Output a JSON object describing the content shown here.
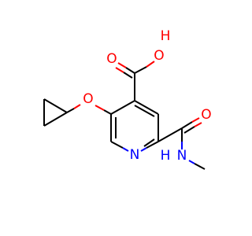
{
  "atoms": {
    "o_hydroxyl": {
      "text": "O",
      "color": "#ff0000"
    },
    "h_hydroxyl": {
      "text": "H",
      "color": "#ff0000"
    },
    "o_carbonyl_acid": {
      "text": "O",
      "color": "#ff0000"
    },
    "o_ether": {
      "text": "O",
      "color": "#ff0000"
    },
    "n_ring": {
      "text": "N",
      "color": "#0000ff"
    },
    "o_amide": {
      "text": "O",
      "color": "#ff0000"
    },
    "h_amide": {
      "text": "H",
      "color": "#0000ff"
    },
    "n_amide": {
      "text": "N",
      "color": "#0000ff"
    }
  },
  "colors": {
    "bond": "#000000",
    "oxygen": "#ff0000",
    "nitrogen": "#0000ff",
    "background": "#ffffff"
  }
}
